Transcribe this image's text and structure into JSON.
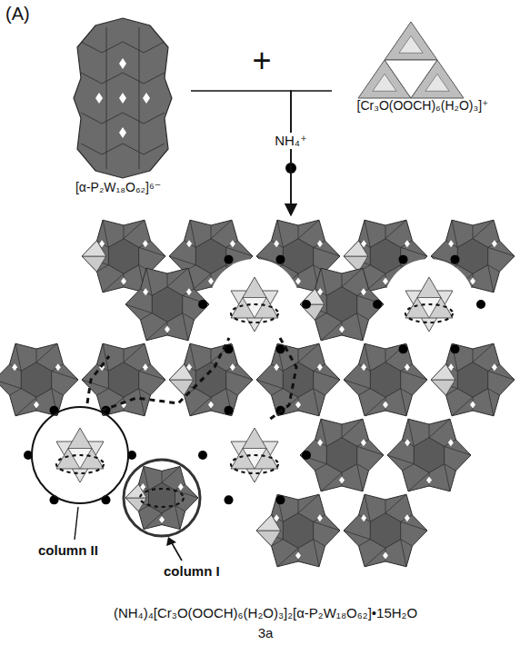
{
  "diagram": {
    "nodes": [
      {
        "text": [
          "[α-P₂W₁₈O₆₂]⁶⁻"
        ]
      },
      {
        "text": [
          "[Cr₃O(OOCH)₆(H₂O)₃]⁺"
        ]
      },
      {
        "text": [
          "(NH₄)₄[Cr₃O(OOCH)₆(H₂O)₃]₂[α-P₂W₁₈O₆₂]•15H₂O",
          "3a"
        ]
      }
    ],
    "edges": [
      {
        "from": 0,
        "to": 2,
        "arrow": "to"
      },
      {
        "from": 1,
        "to": 2,
        "arrow": "to",
        "label": "NH₄⁺"
      }
    ],
    "labels": [
      "(A)",
      "+",
      "column II",
      "column I"
    ]
  }
}
